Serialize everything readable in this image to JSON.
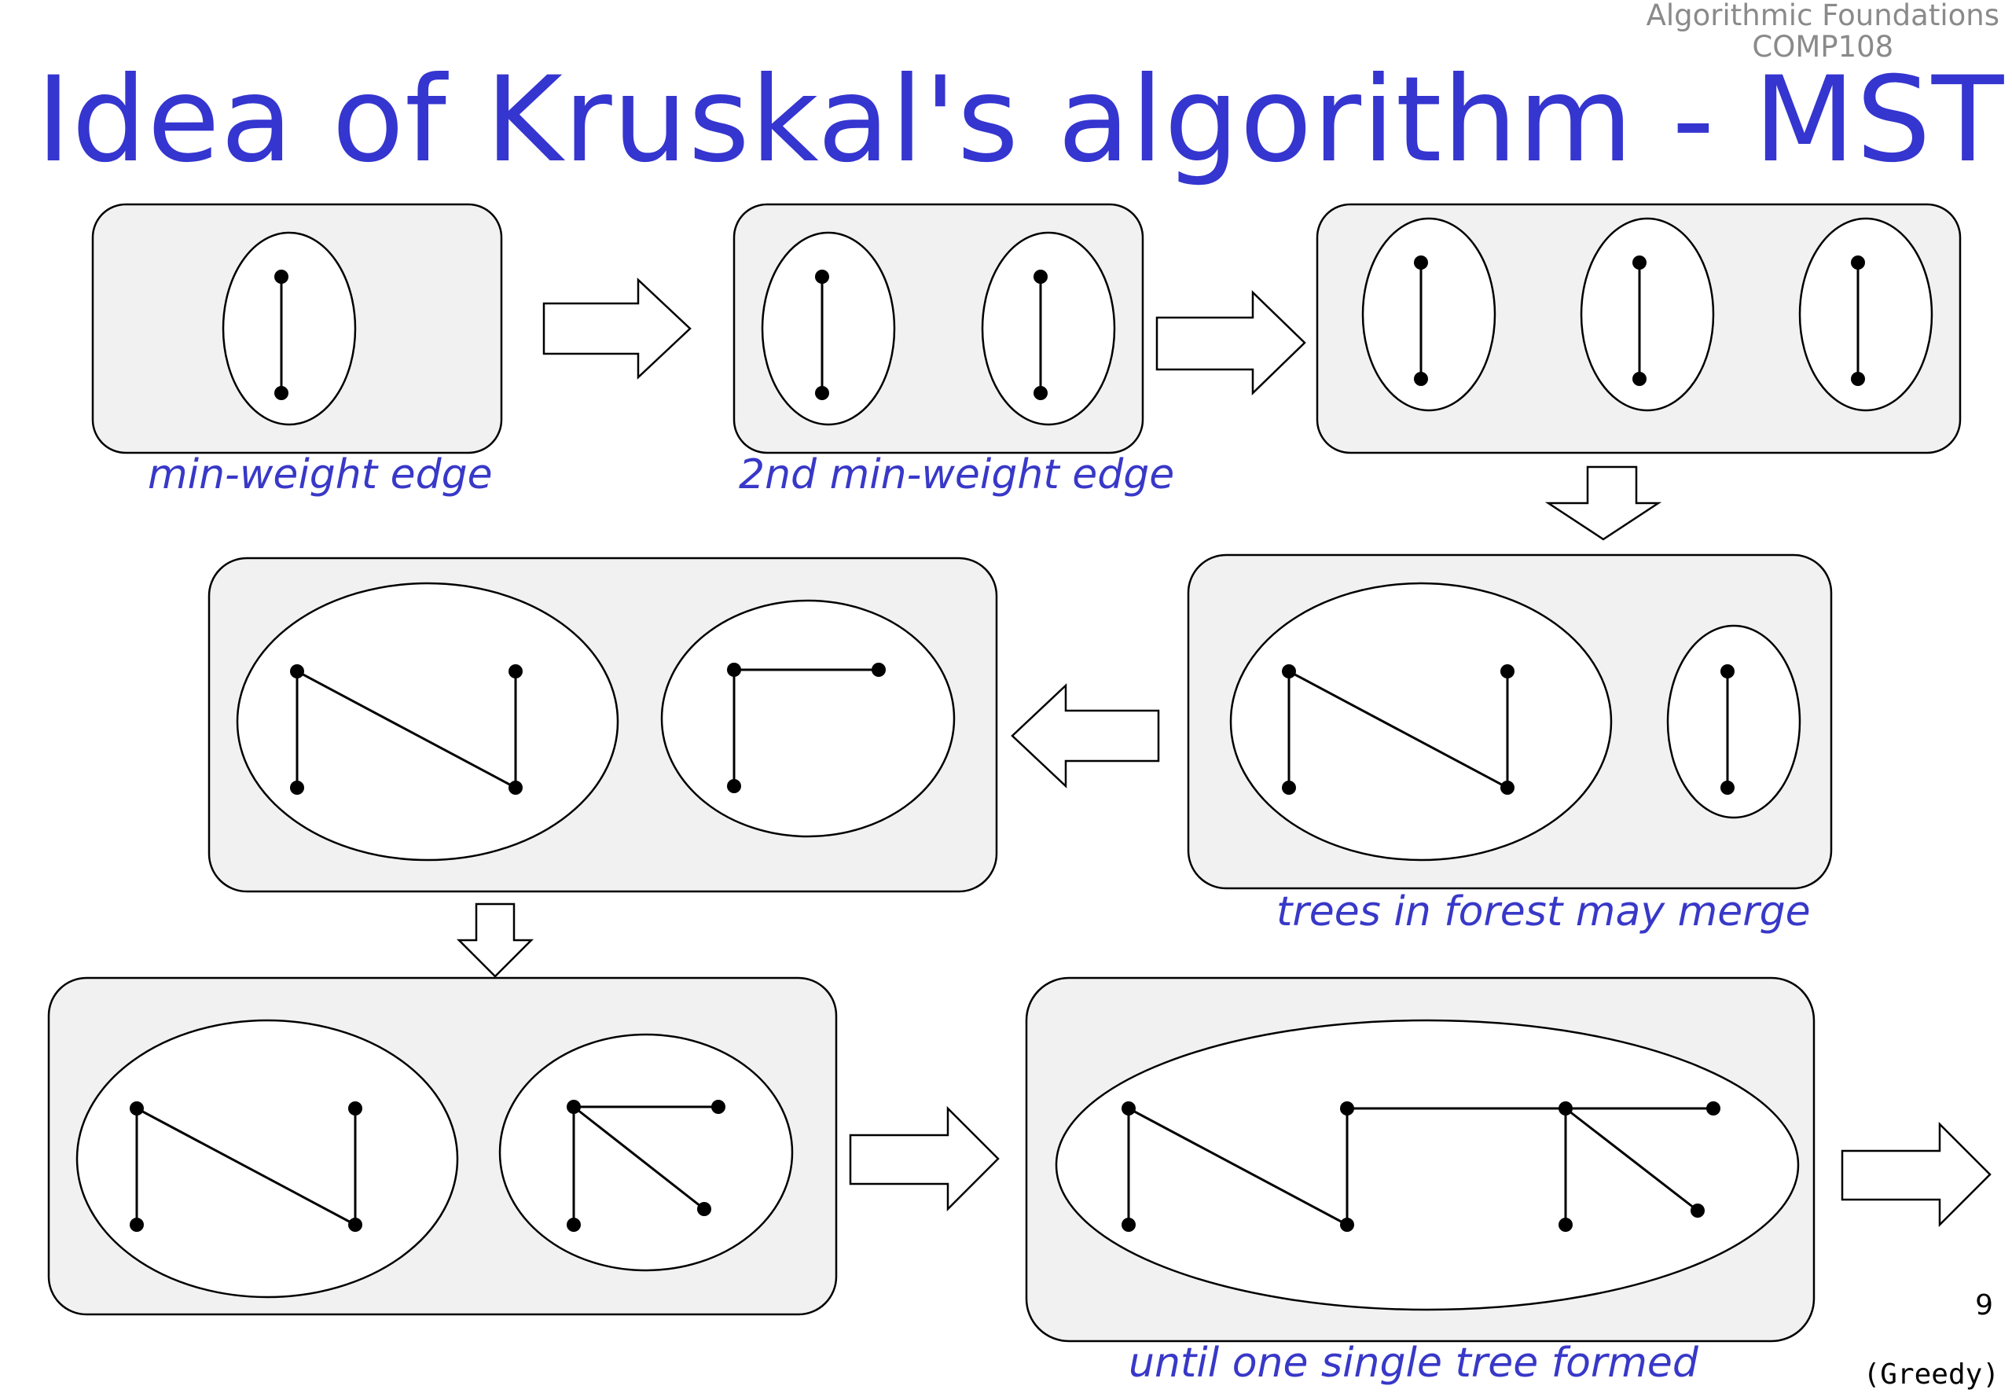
{
  "header": {
    "course_line1": "Algorithmic Foundations",
    "course_line2": "COMP108"
  },
  "title": "Idea of Kruskal's algorithm - MST",
  "captions": {
    "step1": "min-weight edge",
    "step2": "2nd min-weight edge",
    "step4": "trees in forest may merge",
    "step7": "until one single tree formed"
  },
  "footer": {
    "page_number": "9",
    "section": "(Greedy)"
  }
}
